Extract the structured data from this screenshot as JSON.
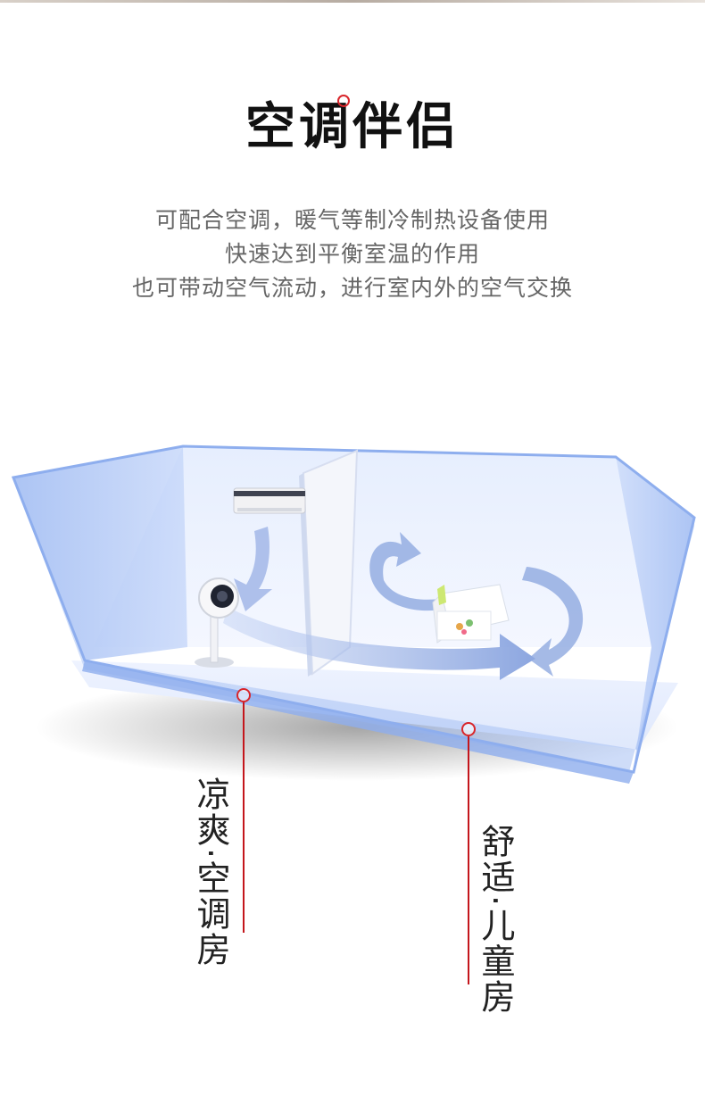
{
  "title": "空调伴侣",
  "description": [
    "可配合空调，暖气等制冷制热设备使用",
    "快速达到平衡室温的作用",
    "也可带动空气流动，进行室内外的空气交换"
  ],
  "rooms": {
    "left_label": "凉爽·空调房",
    "right_label": "舒适·儿童房"
  },
  "colors": {
    "accent": "#d9262b",
    "room_blue": "#a9c3f4",
    "arrow_blue": "#8fa9e0"
  }
}
